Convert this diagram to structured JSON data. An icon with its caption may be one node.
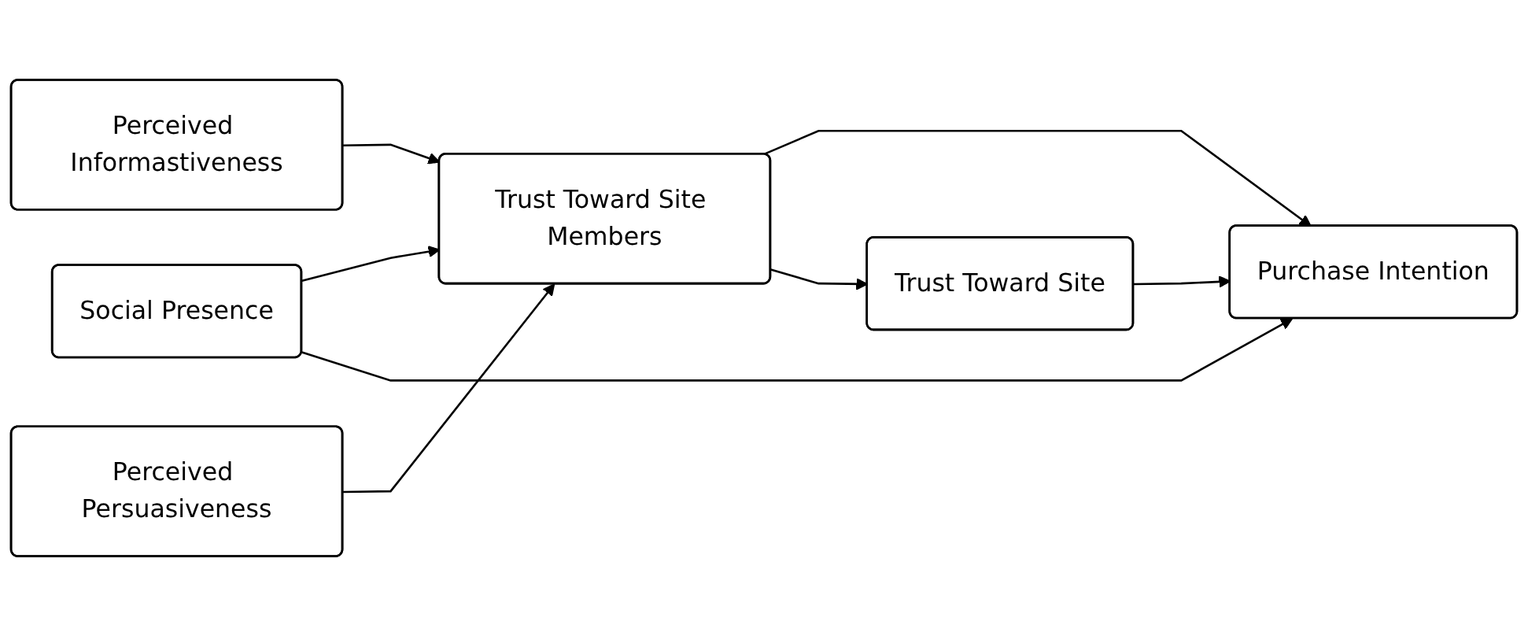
{
  "diagram": {
    "nodes": [
      {
        "text": [
          "Perceived Informastiveness"
        ]
      },
      {
        "text": [
          "Social Presence"
        ]
      },
      {
        "text": [
          "Trust Toward Site Members"
        ]
      },
      {
        "text": [
          "Purchase Intention"
        ]
      },
      {
        "text": [
          "Perceived Persuasiveness"
        ]
      },
      {
        "text": [
          "Trust Toward Site"
        ]
      }
    ],
    "edges": [
      {
        "from": 0,
        "to": 2,
        "arrow": "to"
      },
      {
        "from": 4,
        "to": 2,
        "arrow": "to"
      },
      {
        "from": 1,
        "to": 2,
        "arrow": "to"
      },
      {
        "from": 1,
        "to": 3,
        "arrow": "to"
      },
      {
        "from": 2,
        "to": 3,
        "arrow": "to"
      },
      {
        "from": 2,
        "to": 5,
        "arrow": "to"
      },
      {
        "from": 5,
        "to": 3,
        "arrow": "to"
      }
    ]
  }
}
